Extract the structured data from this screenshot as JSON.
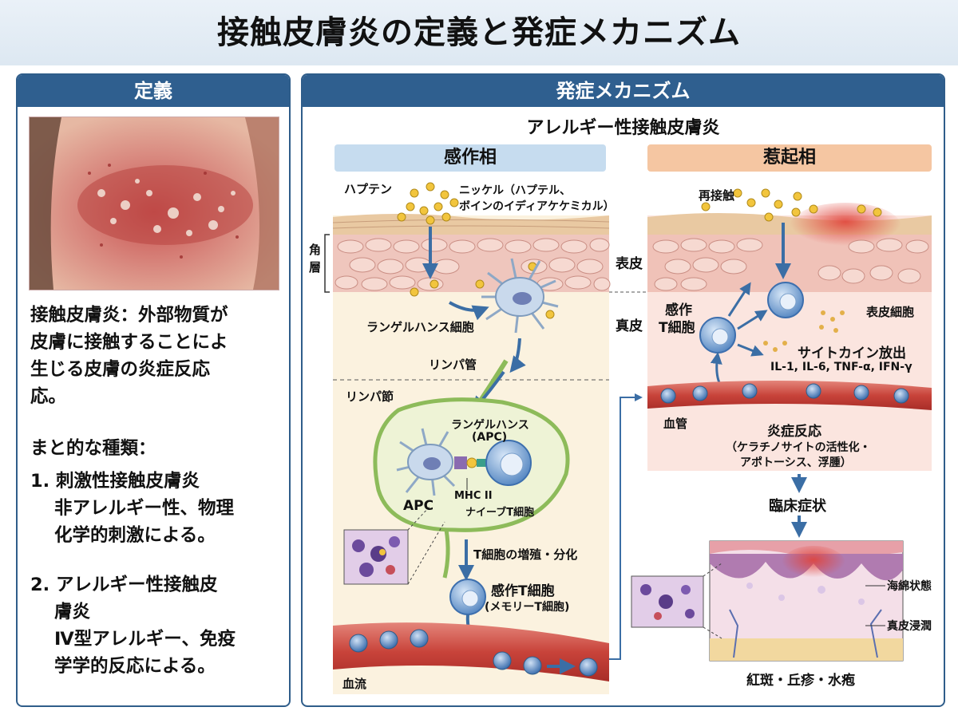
{
  "title": "接触皮膚炎の定義と発症メカニズム",
  "definition": {
    "header": "定義",
    "text_lines": [
      "接触皮膚炎：外部物質が",
      "皮膚に接触することによ",
      "生じる皮膚の炎症反応",
      "応。"
    ],
    "types_title": "まと的な種類：",
    "type1_title": "1. 刺激性接触皮膚炎",
    "type1_desc": [
      "非アレルギー性、物理",
      "化学的刺激による。"
    ],
    "type2_title": [
      "2. アレルギー性接触皮",
      "膚炎"
    ],
    "type2_desc": [
      "Ⅳ型アレルギー、免疫",
      "学学的反応による。"
    ]
  },
  "mechanism": {
    "header": "発症メカニズム",
    "subtitle": "アレルギー性接触皮膚炎",
    "sensitization": {
      "header": "感作相",
      "hapten": "ハプテン",
      "hapten_example": [
        "ニッケル（ハプテル、",
        "ボインのイディアケケミカル）"
      ],
      "stratum": [
        "角",
        "層"
      ],
      "langerhans": "ランゲルハンス細胞",
      "lymph_vessel": "リンパ管",
      "lymph_node": "リンパ節",
      "langerhans_apc": [
        "ランゲルハンス",
        "(APC)"
      ],
      "apc": "APC",
      "mhc": "MHC II",
      "naive_t": "ナイーブT細胞",
      "proliferation": "T細胞の増殖・分化",
      "sensitized_t": "感作T細胞",
      "memory_t": "(メモリーT細胞)",
      "bloodstream": "血流"
    },
    "layers": {
      "epidermis": "表皮",
      "dermis": "真皮"
    },
    "elicitation": {
      "header": "惹起相",
      "recontact": "再接触",
      "sensitized_t": [
        "感作",
        "T細胞"
      ],
      "keratinocyte": "表皮細胞",
      "cytokine": "サイトカイン放出",
      "cytokine_list": "IL-1, IL-6, TNF-α, IFN-γ",
      "vessel": "血管",
      "inflammation": "炎症反応",
      "inflammation_desc": [
        "（ケラチノサイトの活性化・",
        "アポトーシス、浮腫）"
      ],
      "clinical": "臨床症状",
      "spongiosis": "海綿状態",
      "infiltration": "真皮浸潤",
      "symptoms": "紅斑・丘疹・水疱"
    }
  },
  "colors": {
    "navy": "#2f5f8f",
    "sens_header": "#c6dcef",
    "elic_header": "#f5c6a2",
    "arrow": "#3b6ea5"
  }
}
